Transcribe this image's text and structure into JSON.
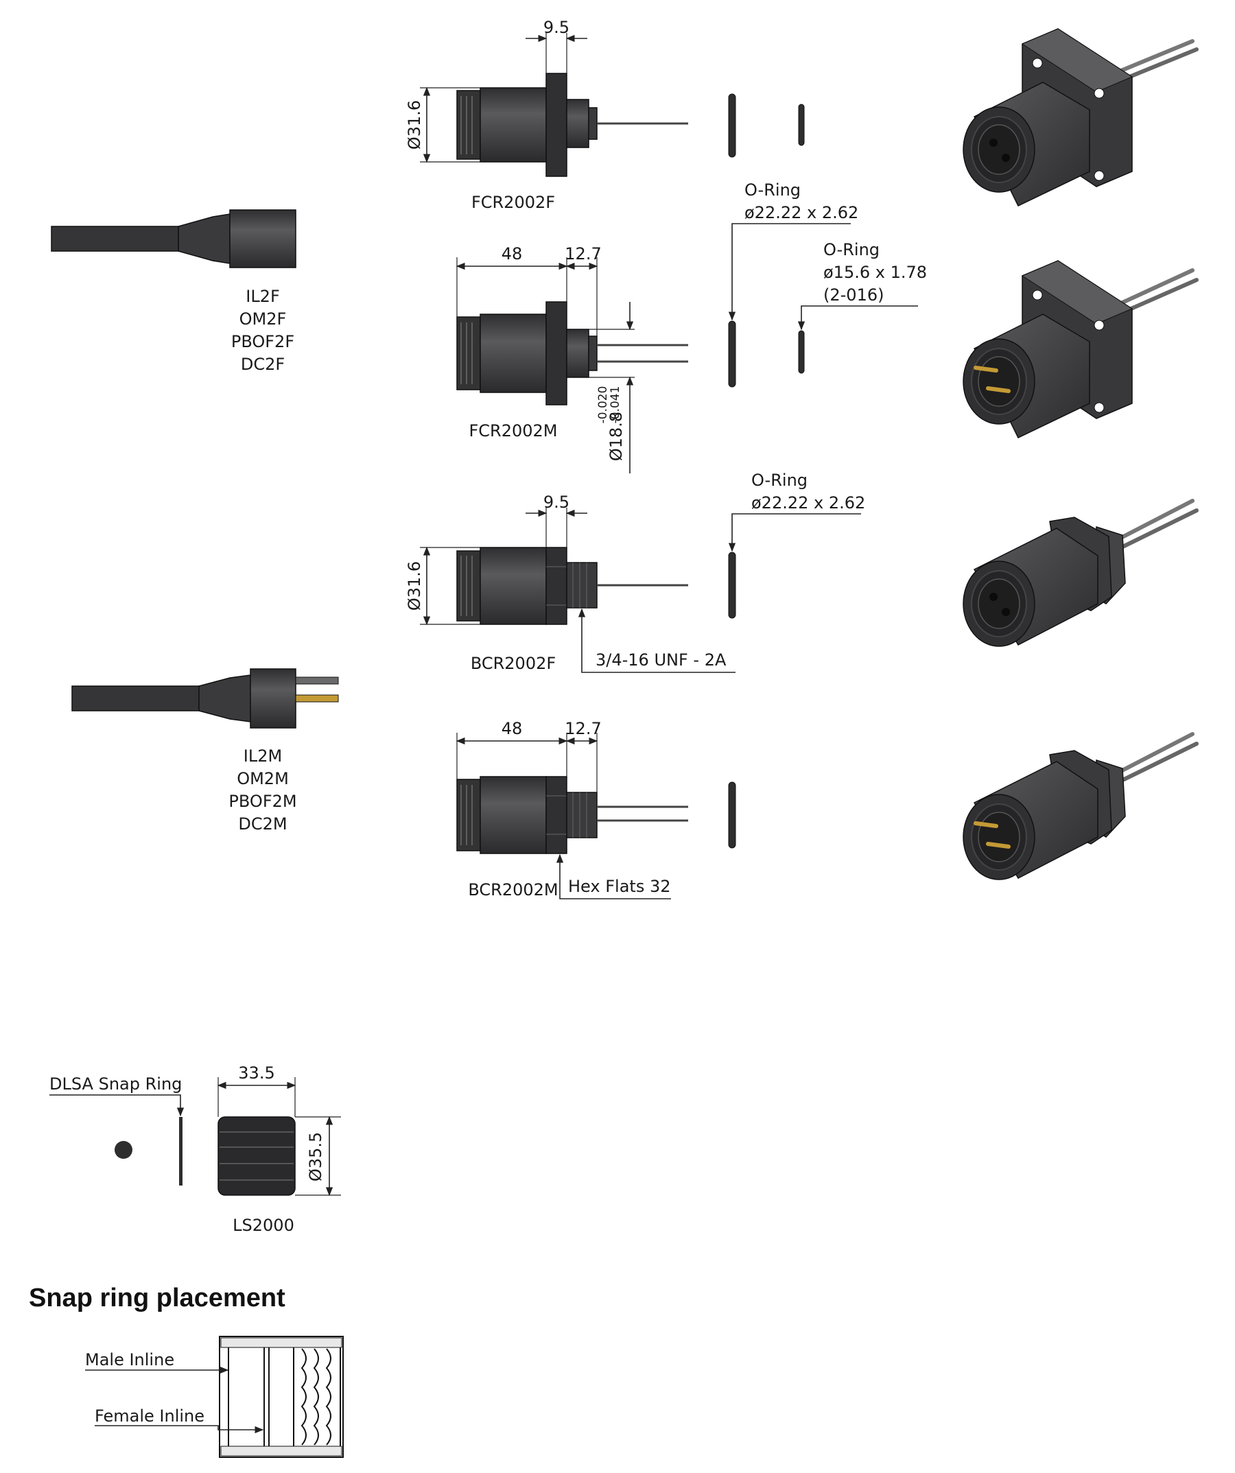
{
  "colors": {
    "connector_body": "#3b3b3d",
    "background": "#ffffff",
    "pin_gold": "#b8922a"
  },
  "cable_female": {
    "labels": [
      "IL2F",
      "OM2F",
      "PBOF2F",
      "DC2F"
    ]
  },
  "cable_male": {
    "labels": [
      "IL2M",
      "OM2M",
      "PBOF2M",
      "DC2M"
    ]
  },
  "fcr2002f": {
    "name": "FCR2002F",
    "dim_flange": "9.5",
    "dim_dia": "Ø31.6"
  },
  "fcr2002m": {
    "name": "FCR2002M",
    "dim_length": "48",
    "dim_stub": "12.7",
    "dim_dia": "Ø18.8",
    "tol_upper": "-0.020",
    "tol_lower": "-0.041"
  },
  "oring_a": {
    "title": "O-Ring",
    "size": "ø22.22 x 2.62"
  },
  "oring_b": {
    "title": "O-Ring",
    "size": "ø15.6 x 1.78",
    "code": "(2-016)"
  },
  "bcr2002f": {
    "name": "BCR2002F",
    "dim_flange": "9.5",
    "dim_dia": "Ø31.6",
    "thread": "3/4-16 UNF - 2A"
  },
  "oring_c": {
    "title": "O-Ring",
    "size": "ø22.22 x 2.62"
  },
  "bcr2002m": {
    "name": "BCR2002M",
    "dim_length": "48",
    "dim_stub": "12.7",
    "hex": "Hex Flats 32"
  },
  "snap_ring": {
    "label": "DLSA Snap Ring"
  },
  "ls2000": {
    "name": "LS2000",
    "dim_length": "33.5",
    "dim_dia": "Ø35.5"
  },
  "placement": {
    "heading": "Snap ring placement",
    "male": "Male Inline",
    "female": "Female Inline"
  }
}
